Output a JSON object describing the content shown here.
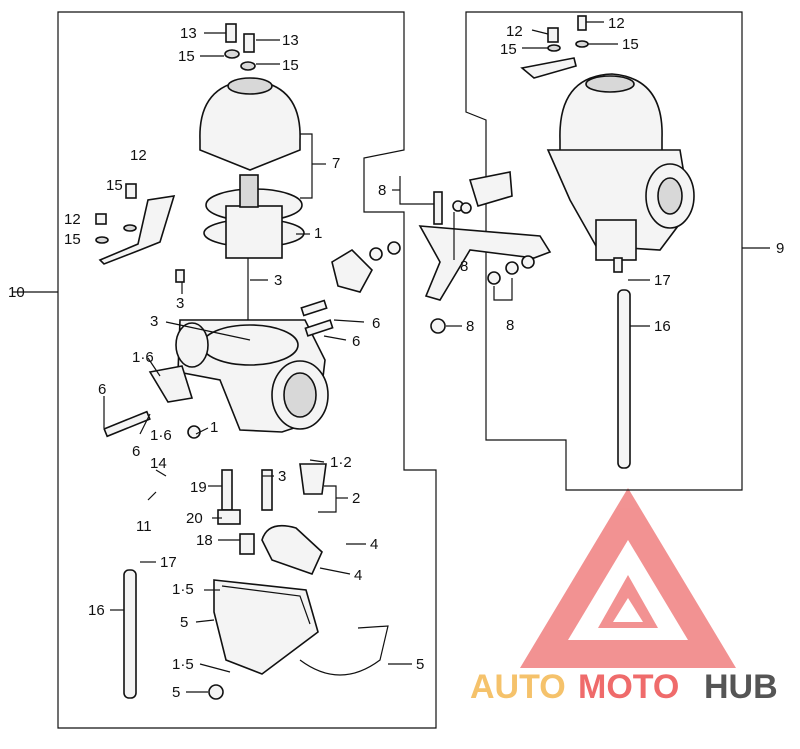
{
  "labels": {
    "p13a": "13",
    "p13b": "13",
    "p15a": "15",
    "p15b": "15",
    "p7": "7",
    "p12a": "12",
    "p15c": "15",
    "p12b": "12",
    "p15d": "15",
    "p1": "1",
    "p3a": "3",
    "p3b": "3",
    "p10": "10",
    "p6a": "6",
    "p3c": "3",
    "p6b": "6",
    "p1_6a": "1·6",
    "p6c": "6",
    "p1_6b": "1·6",
    "p6d": "6",
    "p1b": "1",
    "p14": "14",
    "p19": "19",
    "p3d": "3",
    "p1_2": "1·2",
    "p2": "2",
    "p11": "11",
    "p20": "20",
    "p18": "18",
    "p4a": "4",
    "p4b": "4",
    "p17a": "17",
    "p1_5a": "1·5",
    "p16a": "16",
    "p5a": "5",
    "p5b": "5",
    "p1_5b": "1·5",
    "p5c": "5",
    "p12c": "12",
    "p12d": "12",
    "p15e": "15",
    "p15f": "15",
    "p8a": "8",
    "p8b": "8",
    "p8c": "8",
    "p8d": "8",
    "p9": "9",
    "p17b": "17",
    "p16b": "16"
  },
  "watermark": {
    "auto": "AUTO",
    "moto": "MOTO",
    "hub": "HUB",
    "colors": {
      "auto": "#f5c26b",
      "moto": "#ef6b6b",
      "hub": "#555555",
      "logo": "#f08080"
    }
  }
}
